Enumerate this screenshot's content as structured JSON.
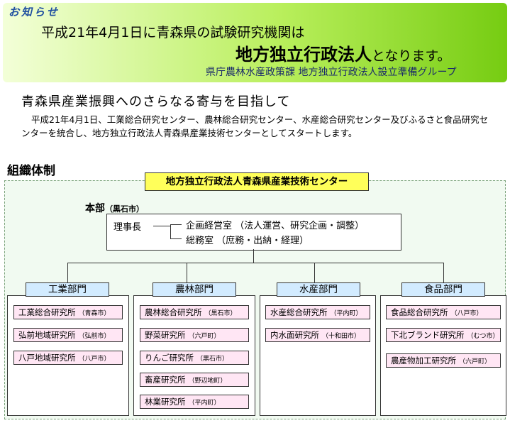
{
  "banner": {
    "notice": "お知らせ",
    "headline_line1": "平成21年4月1日に青森県の試験研究機関は",
    "headline_main": "地方独立行政法人",
    "headline_tail": "となります。",
    "department": "県庁農林水産政策課 地方独立行政法人設立準備グループ"
  },
  "intro": {
    "subtitle": "青森県産業振興へのさらなる寄与を目指して",
    "paragraph": "平成21年4月1日、工業総合研究センター、農林総合研究センター、水産総合研究センター及びふるさと食品研究センターを統合し、地方独立行政法人青森県産業技術センターとしてスタートします。"
  },
  "org": {
    "section_title": "組織体制",
    "center_name": "地方独立行政法人青森県産業技術センター",
    "hq_label": "本部",
    "hq_location": "（黒石市）",
    "chairman": "理事長",
    "offices": [
      "企画経営室 （法人運営、研究企画・調整）",
      "総務室 （庶務・出納・経理）"
    ],
    "divisions": [
      {
        "name": "工業部門",
        "institutes": [
          {
            "name": "工業総合研究所",
            "loc": "（青森市）"
          },
          {
            "name": "弘前地域研究所",
            "loc": "（弘前市）"
          },
          {
            "name": "八戸地域研究所",
            "loc": "（八戸市）"
          }
        ]
      },
      {
        "name": "農林部門",
        "institutes": [
          {
            "name": "農林総合研究所",
            "loc": "（黒石市）"
          },
          {
            "name": "野菜研究所",
            "loc": "（六戸町）"
          },
          {
            "name": "りんご研究所",
            "loc": "（黒石市）"
          },
          {
            "name": "畜産研究所",
            "loc": "（野辺地町）"
          },
          {
            "name": "林業研究所",
            "loc": "（平内町）"
          }
        ]
      },
      {
        "name": "水産部門",
        "institutes": [
          {
            "name": "水産総合研究所",
            "loc": "（平内町）"
          },
          {
            "name": "内水面研究所",
            "loc": "（十和田市）"
          }
        ]
      },
      {
        "name": "食品部門",
        "institutes": [
          {
            "name": "食品総合研究所",
            "loc": "（八戸市）"
          },
          {
            "name": "下北ブランド研究所",
            "loc": "（むつ市）"
          },
          {
            "name": "農産物加工研究所",
            "loc": "（六戸町）"
          }
        ]
      }
    ]
  }
}
